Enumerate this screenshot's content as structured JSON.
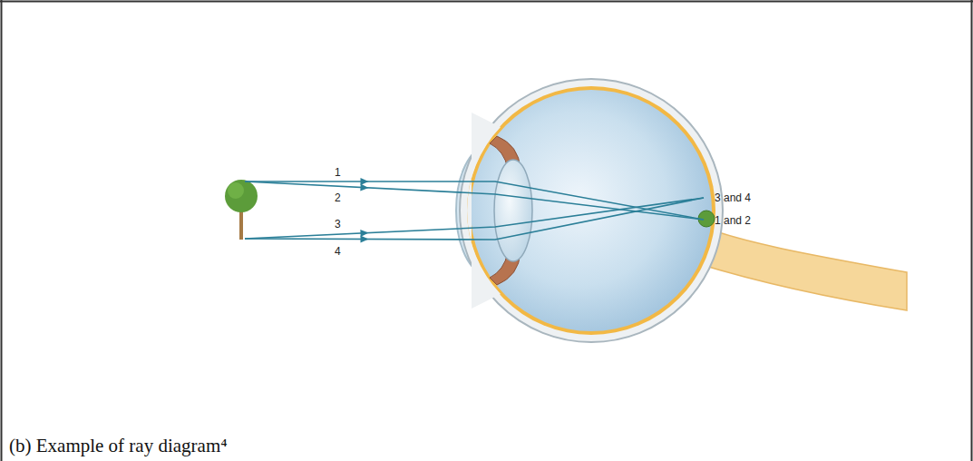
{
  "diagram": {
    "caption": "(b) Example of ray diagram⁴",
    "labels": [
      "1",
      "2",
      "3",
      "4",
      "3 and 4",
      "1 and 2"
    ]
  }
}
